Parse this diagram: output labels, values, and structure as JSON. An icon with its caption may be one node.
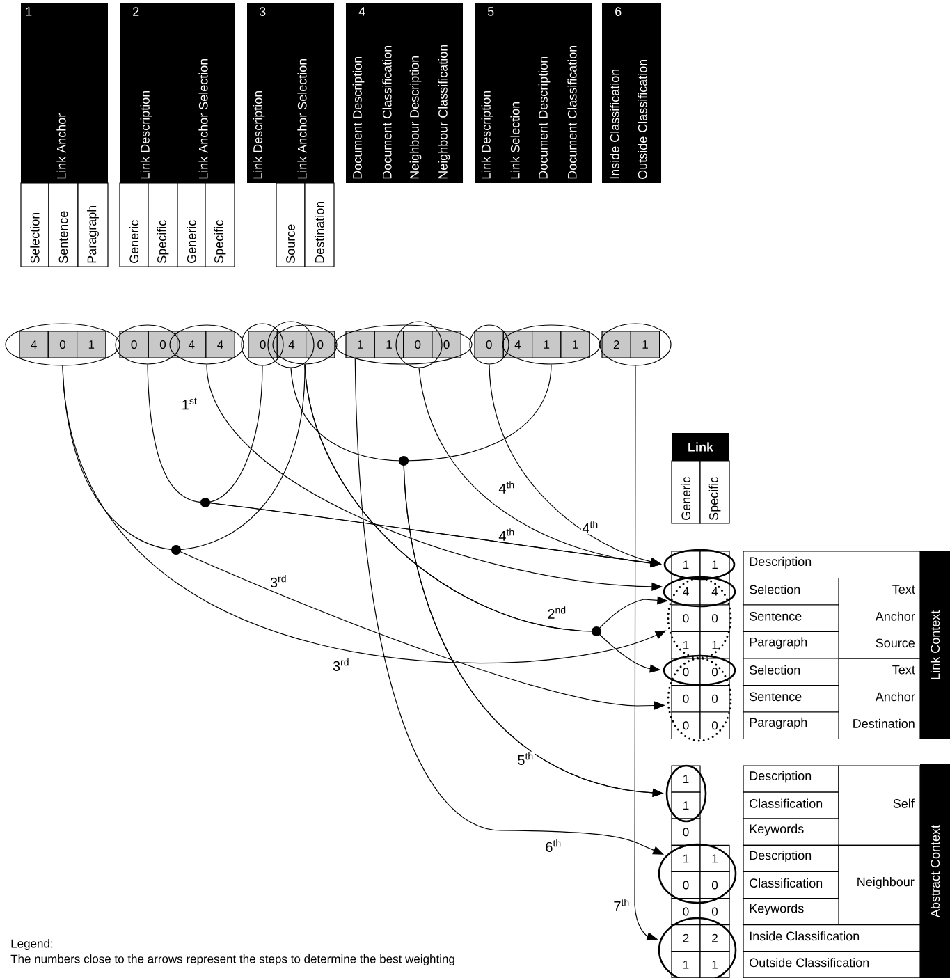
{
  "diagram": {
    "nodes": [
      {
        "text": [],
        "shape": "ellipse"
      },
      {
        "text": [],
        "shape": "ellipse"
      },
      {
        "text": [],
        "shape": "ellipse"
      },
      {
        "text": [],
        "shape": "circle"
      },
      {
        "text": [],
        "shape": "circle"
      },
      {
        "text": [],
        "shape": "ellipse"
      },
      {
        "text": [],
        "shape": "ellipse"
      },
      {
        "text": [],
        "shape": "circle"
      },
      {
        "text": [],
        "shape": "circle"
      },
      {
        "text": [],
        "shape": "ellipse"
      },
      {
        "text": [],
        "shape": "ellipse"
      },
      {
        "text": [],
        "shape": "ellipse"
      },
      {
        "text": [],
        "shape": "ellipse"
      },
      {
        "text": [],
        "shape": "ellipse"
      },
      {
        "text": [],
        "shape": "ellipse"
      },
      {
        "text": [],
        "shape": "ellipse"
      },
      {
        "text": [],
        "shape": "ellipse"
      },
      {
        "text": [],
        "shape": "ellipse"
      },
      {
        "text": [],
        "shape": "ellipse"
      }
    ],
    "edges": [
      {
        "from": 2,
        "to": 12,
        "arrow": "to",
        "label": "1$^{st}$"
      },
      {
        "from": 5,
        "to": 12,
        "arrow": "to",
        "label": "2$^{nd}$"
      },
      {
        "from": 5,
        "to": 14,
        "arrow": "to"
      },
      {
        "from": 0,
        "to": 15,
        "arrow": "to",
        "label": "3$^{rd}$"
      },
      {
        "from": 5,
        "to": 15,
        "arrow": "to"
      },
      {
        "from": 0,
        "to": 13,
        "arrow": "to",
        "label": "3$^{rd}$"
      },
      {
        "from": 1,
        "to": 11,
        "arrow": "to",
        "label": "4$^{th}$"
      },
      {
        "from": 3,
        "to": 11,
        "arrow": "to"
      },
      {
        "from": 7,
        "to": 11,
        "arrow": "to",
        "label": "4$^{th}$"
      },
      {
        "from": 8,
        "to": 11,
        "arrow": "to",
        "label": "4$^{th}$"
      },
      {
        "from": 4,
        "to": 16,
        "arrow": "to",
        "label": "5$^{th}$"
      },
      {
        "from": 9,
        "to": 16,
        "arrow": "to"
      },
      {
        "from": 6,
        "to": 17,
        "arrow": "to",
        "label": "6$^{th}$"
      },
      {
        "from": 10,
        "to": 18,
        "arrow": "to",
        "label": "7$^{th}$"
      }
    ],
    "labels": [
      "1",
      "Link Anchor",
      "Selection",
      "Sentence",
      "Paragraph",
      "2",
      "Link Description",
      "Link Anchor Selection",
      "Generic",
      "Specific",
      "Generic",
      "Specific",
      "3",
      "Link Description",
      "Link Anchor Selection",
      "Source",
      "Destination",
      "4",
      "Document Description",
      "Document Classification",
      "Neighbour Description",
      "Neighbour Classification",
      "5",
      "Link Description",
      "Link Selection",
      "Document Description",
      "Document Classification",
      "6",
      "Inside Classification",
      "Outside Classification",
      "4",
      "0",
      "1",
      "0",
      "0",
      "4",
      "4",
      "0",
      "4",
      "0",
      "1",
      "1",
      "0",
      "0",
      "0",
      "4",
      "1",
      "1",
      "2",
      "1",
      "Link",
      "Generic",
      "Specific",
      "1",
      "1",
      "Description",
      "Link Context",
      "4",
      "4",
      "Selection",
      "Text",
      "0",
      "0",
      "Sentence",
      "Anchor",
      "1",
      "1",
      "Paragraph",
      "Source",
      "0",
      "0",
      "Selection",
      "Text",
      "0",
      "0",
      "Sentence",
      "Anchor",
      "0",
      "0",
      "Paragraph",
      "Destination",
      "1",
      "Description",
      "Abstract Context",
      "1",
      "Classification",
      "Self",
      "0",
      "Keywords",
      "1",
      "1",
      "Description",
      "0",
      "0",
      "Classification",
      "Neighbour",
      "0",
      "0",
      "Keywords",
      "2",
      "2",
      "Inside Classification",
      "1",
      "1",
      "Outside Classification",
      "Legend:",
      "The numbers close to the arrows represent the steps to determine the best weighting"
    ]
  }
}
